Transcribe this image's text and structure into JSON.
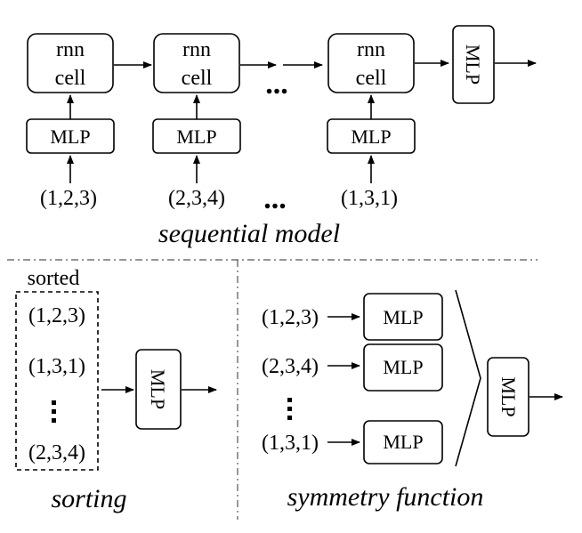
{
  "top": {
    "cells": [
      {
        "line1": "rnn",
        "line2": "cell",
        "mlp": "MLP",
        "input": "(1,2,3)"
      },
      {
        "line1": "rnn",
        "line2": "cell",
        "mlp": "MLP",
        "input": "(2,3,4)"
      },
      {
        "line1": "rnn",
        "line2": "cell",
        "mlp": "MLP",
        "input": "(1,3,1)"
      }
    ],
    "ellipsis": "...",
    "final_mlp": "MLP",
    "caption": "sequential model"
  },
  "sorting": {
    "label": "sorted",
    "items": [
      "(1,2,3)",
      "(1,3,1)",
      "(2,3,4)"
    ],
    "mlp": "MLP",
    "caption": "sorting"
  },
  "symmetry": {
    "rows": [
      {
        "input": "(1,2,3)",
        "mlp": "MLP"
      },
      {
        "input": "(2,3,4)",
        "mlp": "MLP"
      },
      {
        "input": "(1,3,1)",
        "mlp": "MLP"
      }
    ],
    "final_mlp": "MLP",
    "caption": "symmetry function"
  }
}
